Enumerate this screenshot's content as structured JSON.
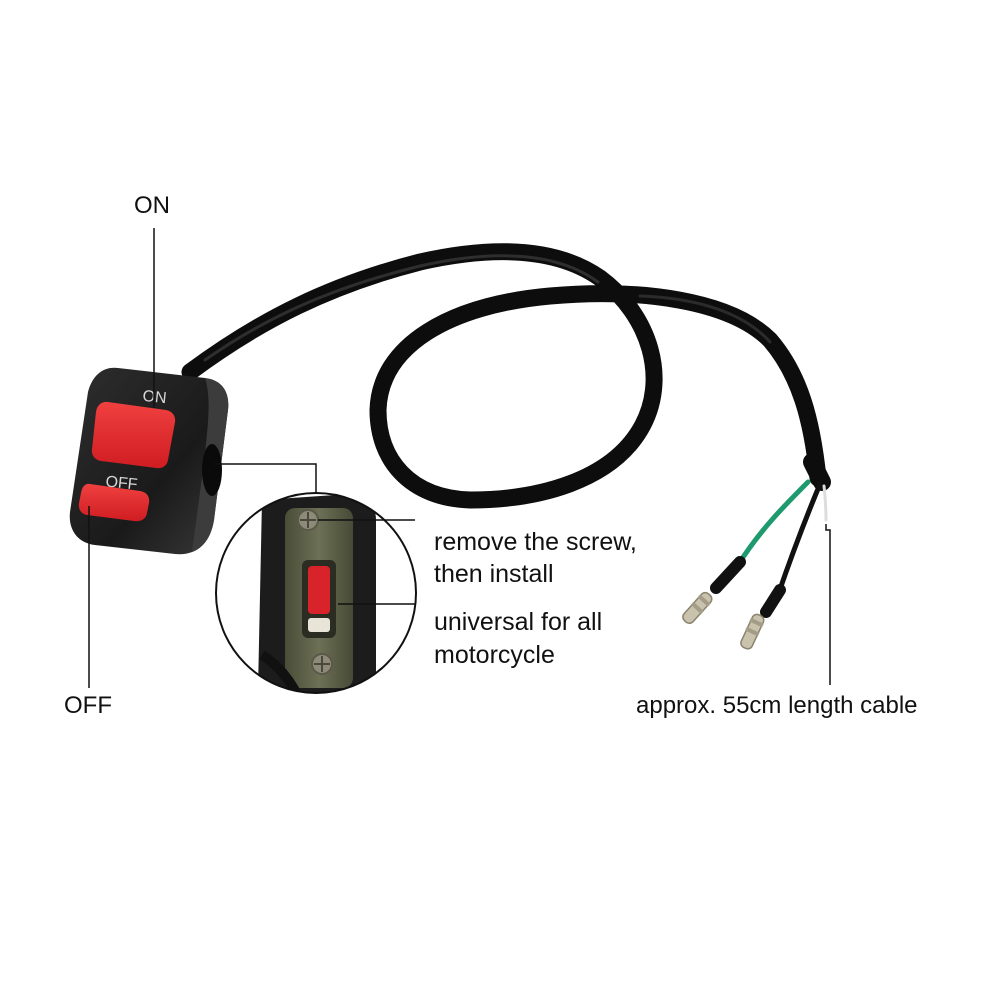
{
  "labels": {
    "on": "ON",
    "off": "OFF",
    "screw_line1": "remove the screw,",
    "screw_line2": "then install",
    "universal_line1": "universal for all",
    "universal_line2": "motorcycle",
    "cable": "approx. 55cm length cable"
  },
  "switch_markings": {
    "on": "ON",
    "off": "OFF"
  },
  "colors": {
    "background": "#ffffff",
    "housing": "#1e1e1e",
    "button_red": "#e8262b",
    "cable": "#0d0d0d",
    "wire_green": "#1f9a6e",
    "terminal_brass": "#c9c2ad",
    "bracket_olive": "#5d6147"
  }
}
